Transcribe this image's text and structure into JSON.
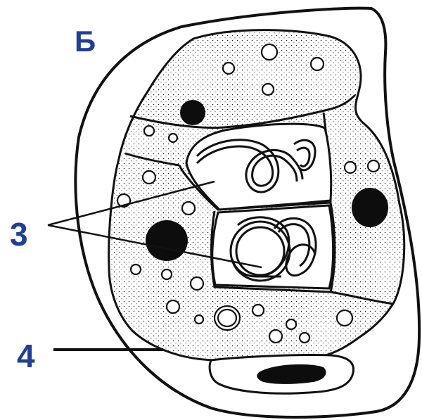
{
  "figure": {
    "panel_label": "Б",
    "callouts": [
      {
        "id": "3",
        "text": "3"
      },
      {
        "id": "4",
        "text": "4"
      }
    ]
  },
  "colors": {
    "label": "#1f3f99",
    "ink": "#111111",
    "paper": "#ffffff"
  },
  "icons": {
    "stipple": "dotted-cytoplasm-texture",
    "nucleus": "filled-dark-nucleus",
    "vacuole": "small-ring-vacuole",
    "larva": "coiled-larva"
  }
}
